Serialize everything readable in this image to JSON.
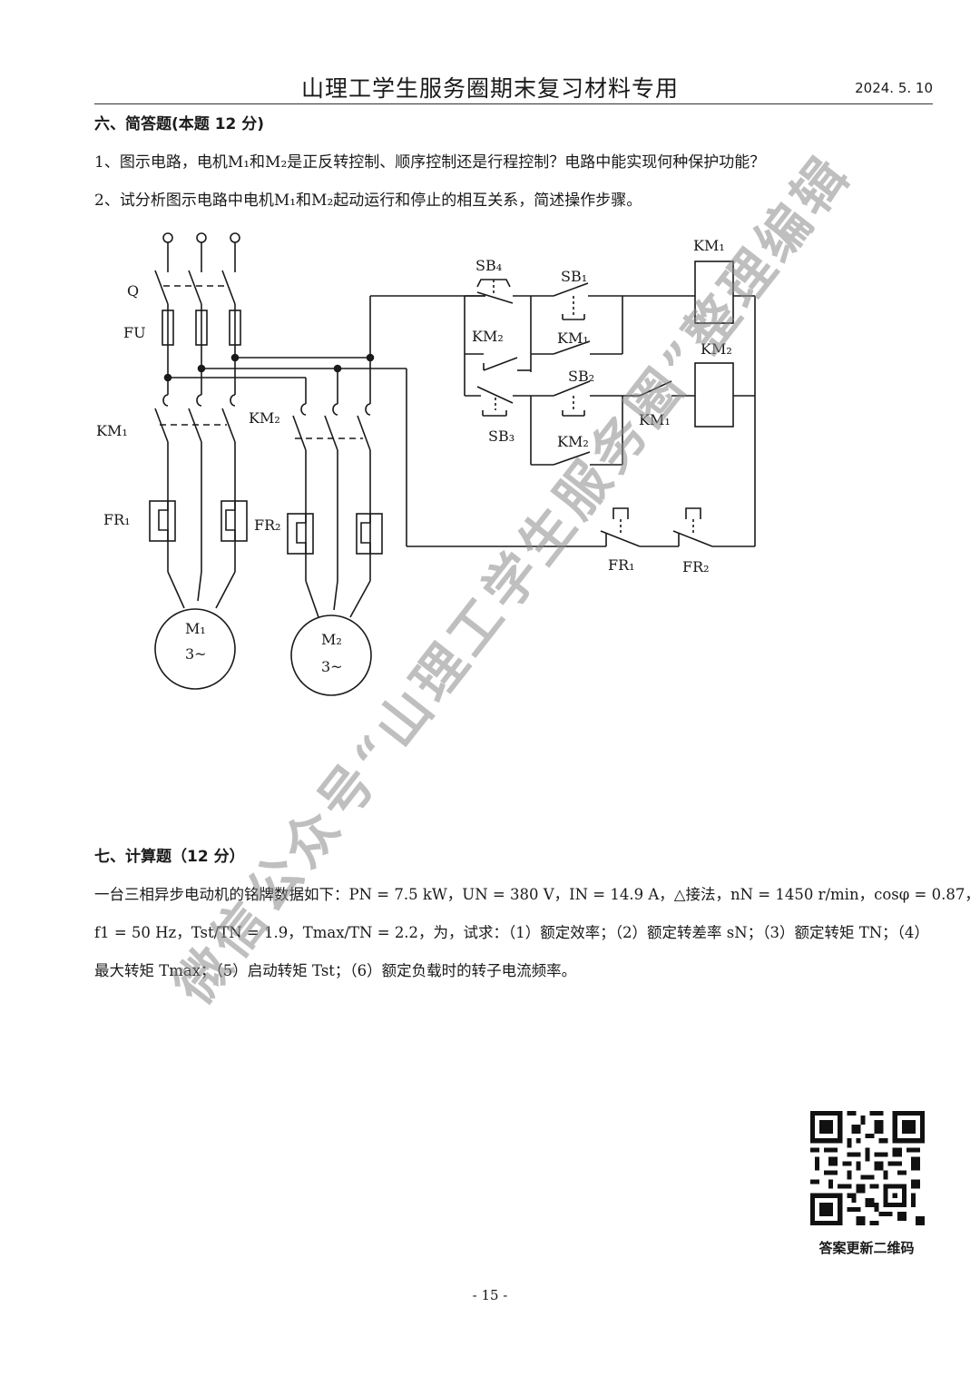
{
  "header": {
    "title": "山理工学生服务圈期末复习材料专用",
    "date": "2024. 5. 10"
  },
  "section6": {
    "heading": "六、简答题(本题 12 分)",
    "q1": "1、图示电路，电机M₁和M₂是正反转控制、顺序控制还是行程控制？电路中能实现何种保护功能？",
    "q2": "2、试分析图示电路中电机M₁和M₂起动运行和停止的相互关系，简述操作步骤。"
  },
  "diagram": {
    "labels": {
      "q": "Q",
      "fu": "FU",
      "km1_main": "KM₁",
      "km2_main": "KM₂",
      "fr1_main": "FR₁",
      "fr2_main": "FR₂",
      "m1": "M₁",
      "m2": "M₂",
      "phase": "3~",
      "sb4": "SB₄",
      "sb1": "SB₁",
      "sb2": "SB₂",
      "sb3": "SB₃",
      "km1_coil": "KM₁",
      "km2_coil": "KM₂",
      "km2_aux1": "KM₂",
      "km1_aux1": "KM₁",
      "km1_aux2": "KM₁",
      "km2_aux2": "KM₂",
      "fr1_ctrl": "FR₁",
      "fr2_ctrl": "FR₂"
    }
  },
  "section7": {
    "heading": "七、计算题（12 分）",
    "line1": "一台三相异步电动机的铭牌数据如下：PN = 7.5 kW，UN = 380 V，IN = 14.9 A，△接法，nN = 1450 r/min，cosφ = 0.87，",
    "line2": "f1 = 50 Hz，Tst/TN = 1.9，Tmax/TN = 2.2，为，试求：（1）额定效率；（2）额定转差率 sN；（3）额定转矩 TN；（4）",
    "line3": "最大转矩 Tmax；（5）启动转矩 Tst；（6）额定负载时的转子电流频率。"
  },
  "watermark": "微信公众号“山理工学生服务圈”整理编辑",
  "qr_caption": "答案更新二维码",
  "page_number": "- 15 -"
}
